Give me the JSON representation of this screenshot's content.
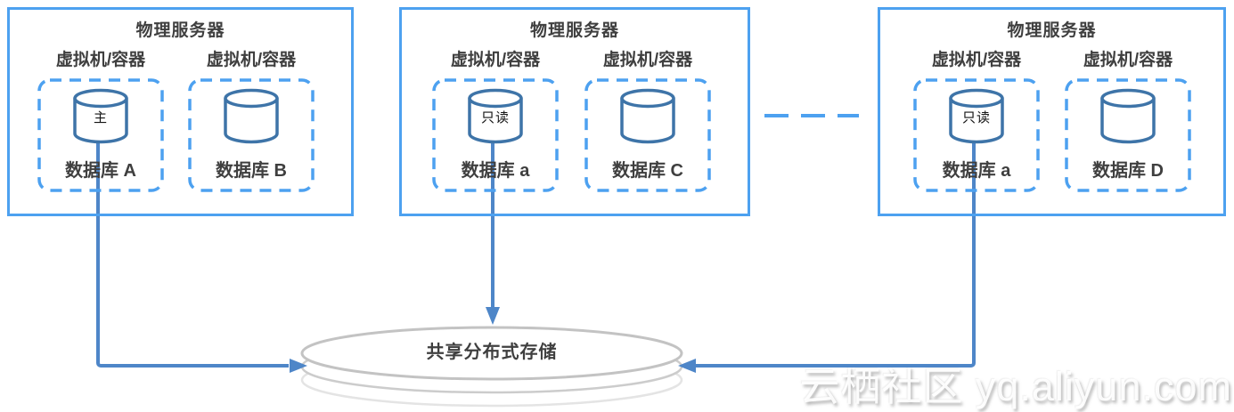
{
  "colors": {
    "box_border_blue": "#4da1f0",
    "arrow_blue": "#4e86c8",
    "cylinder_stroke_blue": "#3e74a8",
    "text_dark": "#3f3f3f",
    "storage_gray": "#c3c3c3"
  },
  "servers": [
    {
      "title": "物理服务器",
      "vms": [
        {
          "label": "虚拟机/容器",
          "db_role": "主",
          "db_label": "数据库 A"
        },
        {
          "label": "虚拟机/容器",
          "db_role": "",
          "db_label": "数据库 B"
        }
      ]
    },
    {
      "title": "物理服务器",
      "vms": [
        {
          "label": "虚拟机/容器",
          "db_role": "只读",
          "db_label": "数据库 a"
        },
        {
          "label": "虚拟机/容器",
          "db_role": "",
          "db_label": "数据库 C"
        }
      ]
    },
    {
      "title": "物理服务器",
      "vms": [
        {
          "label": "虚拟机/容器",
          "db_role": "只读",
          "db_label": "数据库 a"
        },
        {
          "label": "虚拟机/容器",
          "db_role": "",
          "db_label": "数据库 D"
        }
      ]
    }
  ],
  "storage": {
    "label": "共享分布式存储"
  },
  "watermark": {
    "text": "云栖社区 yq.aliyun.com"
  }
}
